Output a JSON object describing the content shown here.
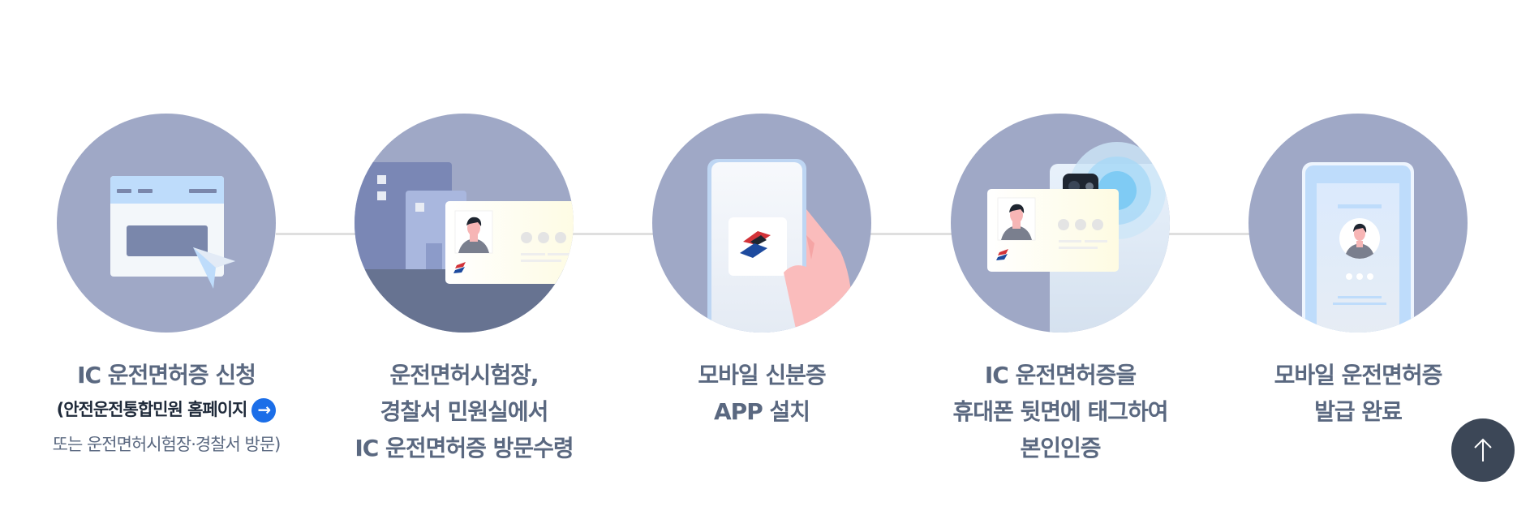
{
  "process": {
    "colors": {
      "circle_bg": "#9fa8c6",
      "text": "#5a6880",
      "text_dark": "#1f2a3a",
      "link_icon": "#1b6ee8",
      "connector": "#dfdfdf",
      "top_button": "#3c4757"
    },
    "steps": [
      {
        "illustration": "browser-window-with-cursor",
        "lines": [
          "IC 운전면허증 신청"
        ],
        "sub_link": "(안전운전통합민원 홈페이지",
        "sub_link_icon": "arrow-right-circle-icon",
        "sub_note": "또는 운전면허시험장·경찰서 방문)"
      },
      {
        "illustration": "police-building-with-id-card",
        "lines": [
          "운전면허시험장,",
          "경찰서 민원실에서",
          "IC 운전면허증 방문수령"
        ]
      },
      {
        "illustration": "hand-holding-phone-with-app",
        "lines": [
          "모바일 신분증",
          "APP 설치"
        ]
      },
      {
        "illustration": "id-card-tap-on-phone-back",
        "lines": [
          "IC 운전면허증을",
          "휴대폰 뒷면에 태그하여",
          "본인인증"
        ]
      },
      {
        "illustration": "phone-showing-mobile-license",
        "lines": [
          "모바일 운전면허증",
          "발급 완료"
        ]
      }
    ]
  },
  "scroll_top": {
    "icon": "arrow-up-icon",
    "label": "↑"
  }
}
